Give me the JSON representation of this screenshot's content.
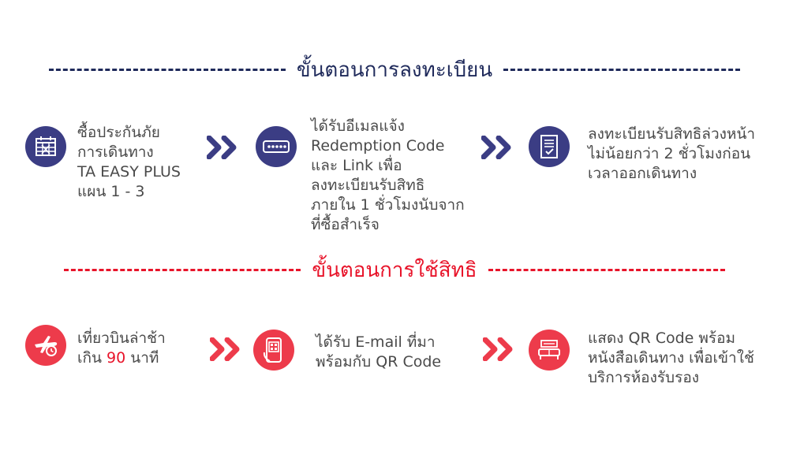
{
  "registration": {
    "title": "ขั้นตอนการลงทะเบียน",
    "steps": [
      {
        "icon": "calendar-grid-icon",
        "lines": [
          "ซื้อประกันภัย",
          "การเดินทาง",
          "TA EASY PLUS",
          "แผน 1 - 3"
        ]
      },
      {
        "icon": "password-code-icon",
        "lines": [
          "ได้รับอีเมลแจ้ง",
          "Redemption Code",
          "และ Link เพื่อ",
          "ลงทะเบียนรับสิทธิ",
          "ภายใน 1 ชั่วโมงนับจาก",
          "ที่ซื้อสำเร็จ"
        ]
      },
      {
        "icon": "checklist-document-icon",
        "lines": [
          "ลงทะเบียนรับสิทธิล่วงหน้า",
          "ไม่น้อยกว่า 2 ชั่วโมงก่อน",
          "เวลาออกเดินทาง"
        ]
      }
    ]
  },
  "usage": {
    "title": "ขั้นตอนการใช้สิทธิ",
    "steps": [
      {
        "icon": "delayed-flight-icon",
        "line1": "เที่ยวบินล่าช้า",
        "line2_prefix": "เกิน ",
        "line2_highlight": "90",
        "line2_suffix": " นาที"
      },
      {
        "icon": "phone-qr-icon",
        "lines": [
          "ได้รับ E-mail ที่มา",
          "พร้อมกับ QR Code"
        ]
      },
      {
        "icon": "lounge-sofa-icon",
        "lines": [
          "แสดง QR Code พร้อม",
          "หนังสือเดินทาง เพื่อเข้าใช้",
          "บริการห้องรับรอง"
        ]
      }
    ]
  },
  "colors": {
    "navy": "#3b3d84",
    "title_navy": "#1f2a5b",
    "red": "#ed3b4b",
    "title_red": "#e8142a",
    "text": "#4a4a4a"
  }
}
